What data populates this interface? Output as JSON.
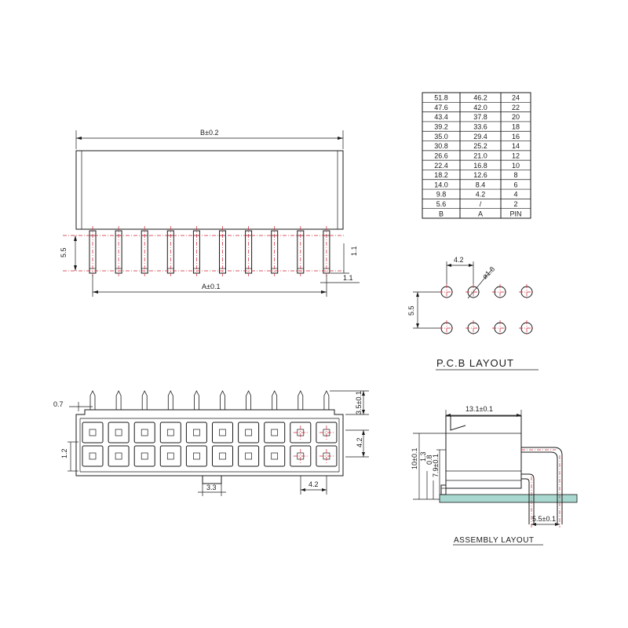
{
  "table": {
    "header": [
      "B",
      "A",
      "PIN"
    ],
    "rows": [
      [
        "51.8",
        "46.2",
        "24"
      ],
      [
        "47.6",
        "42.0",
        "22"
      ],
      [
        "43.4",
        "37.8",
        "20"
      ],
      [
        "39.2",
        "33.6",
        "18"
      ],
      [
        "35.0",
        "29.4",
        "16"
      ],
      [
        "30.8",
        "25.2",
        "14"
      ],
      [
        "26.6",
        "21.0",
        "12"
      ],
      [
        "22.4",
        "16.8",
        "10"
      ],
      [
        "18.2",
        "12.6",
        "8"
      ],
      [
        "14.0",
        "8.4",
        "6"
      ],
      [
        "9.8",
        "4.2",
        "4"
      ],
      [
        "5.6",
        "/",
        "2"
      ]
    ]
  },
  "top_view": {
    "dim_b": "B±0.2",
    "dim_a": "A±0.1",
    "dim_5_5": "5.5",
    "dim_1_1_v": "1.1",
    "dim_1_1_h": "1.1"
  },
  "pcb_layout": {
    "title": "P.C.B LAYOUT",
    "dim_pitch": "4.2",
    "dim_hole": "ø1.8",
    "dim_row": "5.5"
  },
  "front_view": {
    "dim_0_7": "0.7",
    "dim_3_5": "3.5±0.1",
    "dim_4_2_v": "4.2",
    "dim_1_2": "1.2",
    "dim_3_3": "3.3",
    "dim_4_2_h": "4.2"
  },
  "assembly_layout": {
    "title": "ASSEMBLY LAYOUT",
    "dim_13_1": "13.1±0.1",
    "dim_10": "10±0.1",
    "dim_1_3": "1.3",
    "dim_0_8": "0.8",
    "dim_7_9": "7.9±0.1",
    "dim_5_5": "5.5±0.1"
  }
}
